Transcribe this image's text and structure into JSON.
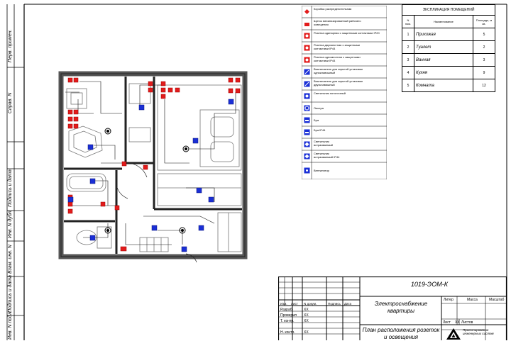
{
  "margin_labels": {
    "perv_primen": "Перв. примен.",
    "sprav_n": "Справ. N",
    "podp_data_1": "Подпись и дата",
    "inv_dubl": "Инв. N дубл.",
    "vzam_inv": "Взам. инв. N",
    "podp_data_2": "Подпись и дата",
    "inv_podl": "Инв. N подл."
  },
  "legend": {
    "items": [
      {
        "icon": "junction-box-icon",
        "text": "Коробка распределительная"
      },
      {
        "icon": "panel-icon",
        "text": "Щиток механизированный рабочего освещения"
      },
      {
        "icon": "socket-icon",
        "text": "Розетка одинарная с защитными контактами IP20"
      },
      {
        "icon": "socket-icon",
        "text": "Розетка двухместная с защитными контактами IP44"
      },
      {
        "icon": "socket-icon",
        "text": "Розетка одноместная с защитными контактами IP44"
      },
      {
        "icon": "switch-icon",
        "text": "Выключатель для скрытой установки одноклавишный"
      },
      {
        "icon": "switch-icon",
        "text": "Выключатель для скрытой установки двухклавишный"
      },
      {
        "icon": "ceiling-light-icon",
        "text": "Светильник потолочный"
      },
      {
        "icon": "chandelier-icon",
        "text": "Люстра"
      },
      {
        "icon": "wall-lamp-icon",
        "text": "Бра"
      },
      {
        "icon": "wall-lamp-icon",
        "text": "Бра IP44"
      },
      {
        "icon": "recessed-light-icon",
        "text": "Светильник встраиваемый"
      },
      {
        "icon": "recessed-light-icon",
        "text": "Светильник встраиваемый IP44"
      },
      {
        "icon": "fan-icon",
        "text": "Вентилятор"
      }
    ]
  },
  "explication": {
    "title": "ЭКСПЛИКАЦИЯ ПОМЕЩЕНИЙ",
    "headers": [
      "N пом.",
      "Наименование",
      "Площадь, м кв."
    ],
    "rows": [
      {
        "n": "1",
        "name": "Прихожая",
        "area": "5"
      },
      {
        "n": "2",
        "name": "Туалет",
        "area": "2"
      },
      {
        "n": "3",
        "name": "Ванная",
        "area": "3"
      },
      {
        "n": "4",
        "name": "Кухня",
        "area": "9"
      },
      {
        "n": "5",
        "name": "Комната",
        "area": "12"
      }
    ]
  },
  "title_block": {
    "doc_code": "1019-ЭОМ-К",
    "section_title": "Электроснабжение квартиры",
    "sheet_title": "План расположения розеток и освещения",
    "col_headers": [
      "Изм.",
      "Лист",
      "N докум.",
      "Подпись",
      "Дата"
    ],
    "roles": [
      {
        "role": "Разраб.",
        "name": "XX"
      },
      {
        "role": "Проверил",
        "name": "XX"
      },
      {
        "role": "Т. контр.",
        "name": "XX"
      },
      {
        "role": "Н. контр.",
        "name": "XX"
      }
    ],
    "stage_headers": [
      "Литер",
      "Масса",
      "Масштаб"
    ],
    "sheet_label": "Лист",
    "sheet_value": "XX",
    "sheets_label": "Листов",
    "org_text": "Проектирование инженерных систем"
  }
}
